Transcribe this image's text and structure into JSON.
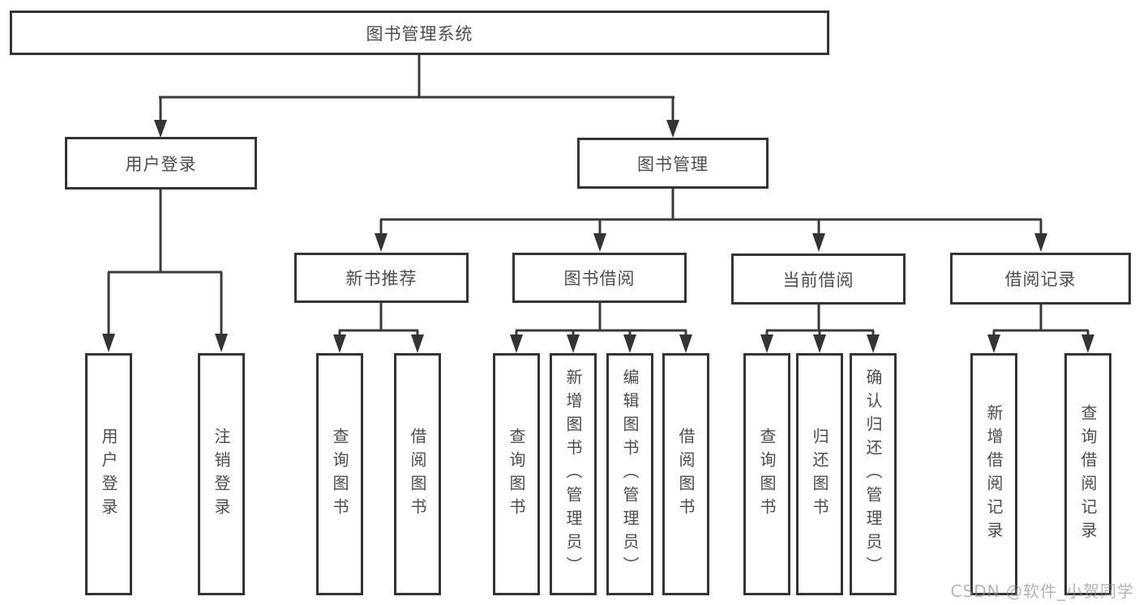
{
  "diagram": {
    "root": "图书管理系统",
    "user_login": {
      "label": "用户登录",
      "children": [
        "用户登录",
        "注销登录"
      ]
    },
    "book_mgmt": {
      "label": "图书管理",
      "sections": [
        {
          "label": "新书推荐",
          "children": [
            "查询图书",
            "借阅图书"
          ]
        },
        {
          "label": "图书借阅",
          "children": [
            "查询图书",
            "新增图书（管理员）",
            "编辑图书（管理员）",
            "借阅图书"
          ]
        },
        {
          "label": "当前借阅",
          "children": [
            "查询图书",
            "归还图书",
            "确认归还（管理员）"
          ]
        },
        {
          "label": "借阅记录",
          "children": [
            "新增借阅记录",
            "查询借阅记录"
          ]
        }
      ]
    }
  },
  "watermark": "CSDN @软件_小贺同学",
  "colors": {
    "line": "#3a3a3a",
    "border": "#343434",
    "text": "#4c4c4c",
    "watermark": "#8c8c8c"
  }
}
